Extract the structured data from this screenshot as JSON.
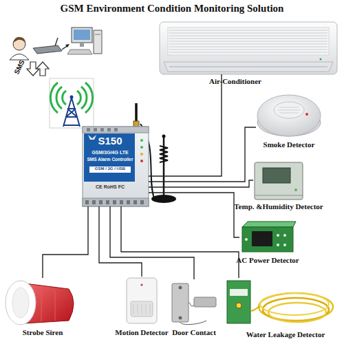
{
  "diagram": {
    "title": "GSM Environment Condition Monitoring Solution",
    "nodes": [
      {
        "text": [
          "Air-Conditioner"
        ]
      },
      {
        "text": [
          "S150",
          "GSM/3G/4G LTE",
          "SMS Alarm Controller",
          "GSM / 3G / USB",
          "CE RoHS FC"
        ]
      },
      {
        "text": [
          "Smoke Detector"
        ]
      },
      {
        "text": [
          "Temp. &Humidity Detector"
        ]
      },
      {
        "text": [
          "AC Power Detector"
        ]
      },
      {
        "text": [
          "Strobe Siren"
        ]
      },
      {
        "text": [
          "Motion Detector"
        ]
      },
      {
        "text": [
          "Door Contact"
        ]
      },
      {
        "text": [
          "Water Leakage Detector"
        ]
      }
    ],
    "edges": [
      {
        "from": 1,
        "to": 0,
        "arrow": "none"
      },
      {
        "from": 1,
        "to": 2,
        "arrow": "none"
      },
      {
        "from": 1,
        "to": 3,
        "arrow": "none"
      },
      {
        "from": 1,
        "to": 4,
        "arrow": "none"
      },
      {
        "from": 1,
        "to": 5,
        "arrow": "none"
      },
      {
        "from": 1,
        "to": 6,
        "arrow": "none"
      },
      {
        "from": 1,
        "to": 7,
        "arrow": "none"
      },
      {
        "from": 1,
        "to": 8,
        "arrow": "none"
      }
    ],
    "labels": [
      "SMS"
    ]
  }
}
